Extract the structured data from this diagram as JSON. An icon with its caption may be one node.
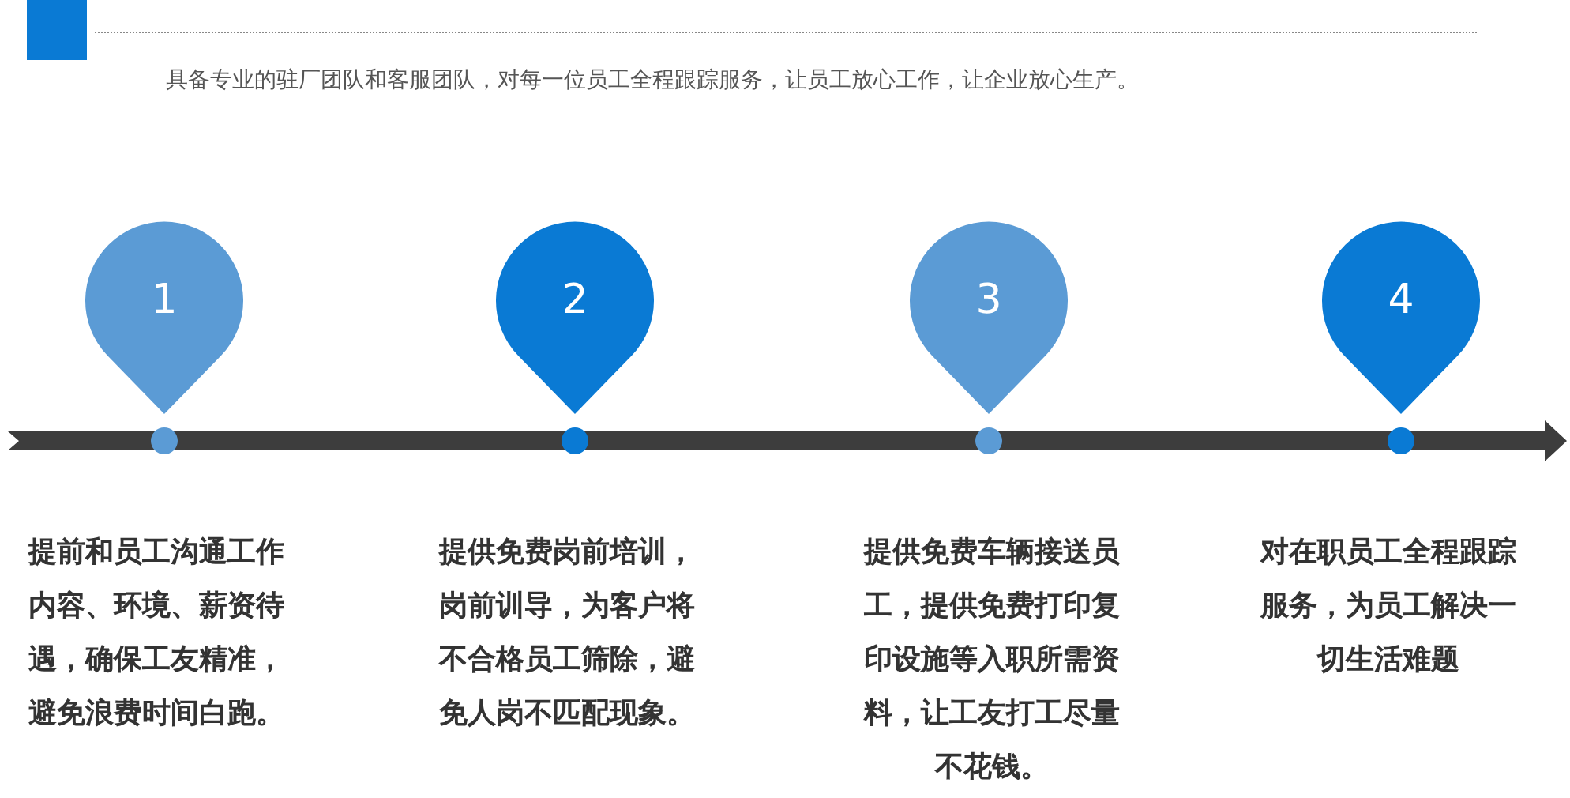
{
  "diagram": {
    "nodes": [
      {
        "text": [
          "1"
        ]
      },
      {
        "text": [
          "2"
        ]
      },
      {
        "text": [
          "3"
        ]
      },
      {
        "text": [
          "4"
        ]
      }
    ],
    "labels": [
      "具备专业的驻厂团队和客服团队，对每一位员工全程跟踪服务，让员工放心工作，让企业放心生产。",
      "提前和员工沟通工作内容、环境、薪资待遇，确保工友精准，避免浪费时间白跑。",
      "提供免费岗前培训，岗前训导，为客户将不合格员工筛除，避免人岗不匹配现象。",
      "提供免费车辆接送员工，提供免费打印复印设施等入职所需资料，让工友打工尽量不花钱。",
      "对在职员工全程跟踪服务，为员工解决一切生活难题"
    ]
  }
}
